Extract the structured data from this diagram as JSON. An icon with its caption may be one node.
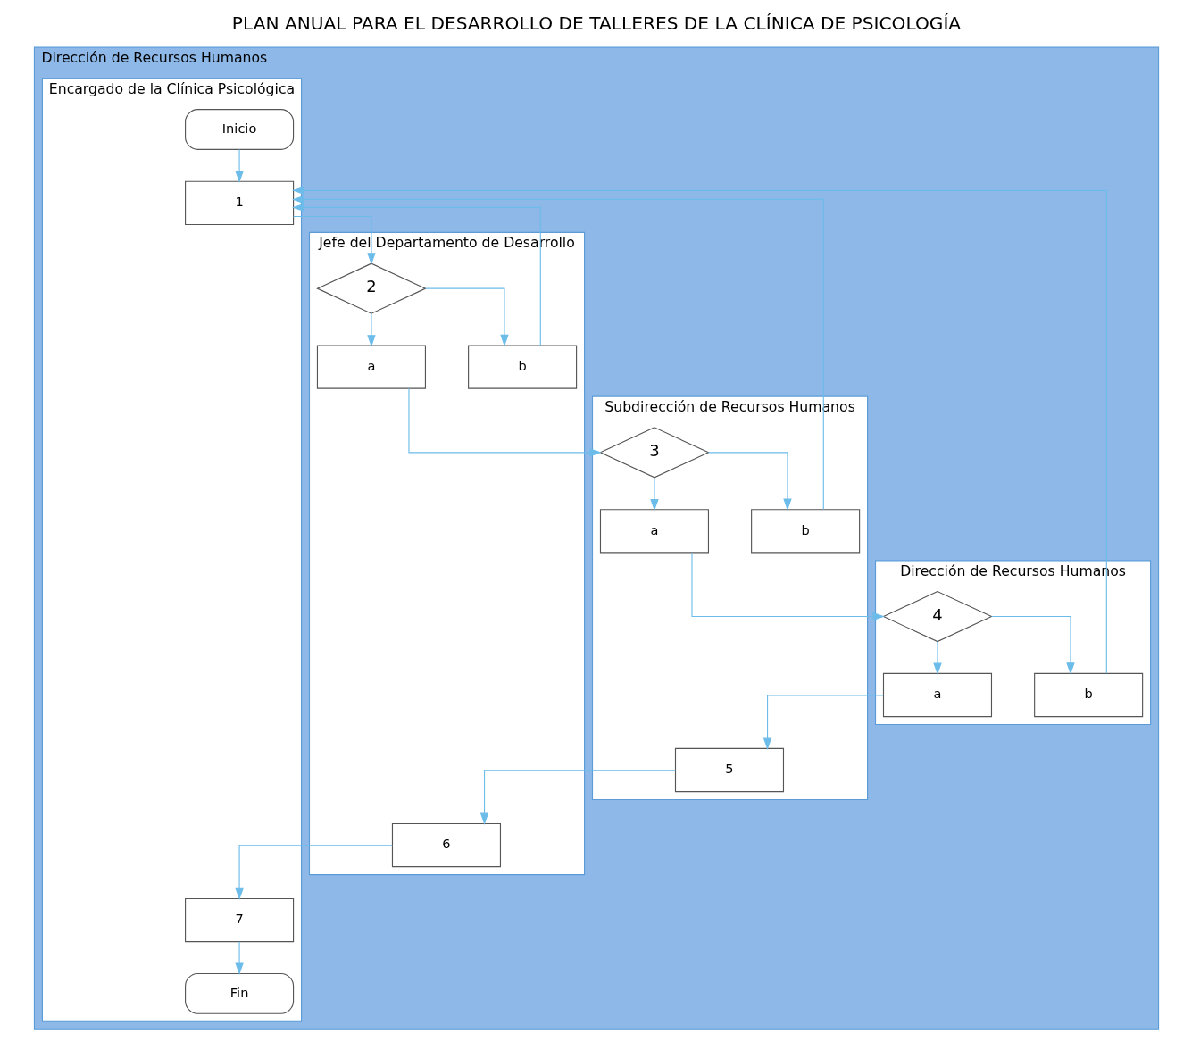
{
  "diagram": {
    "title": "PLAN ANUAL PARA EL DESARROLLO DE TALLERES DE LA CLÍNICA DE PSICOLOGÍA",
    "nodes": [
      {
        "text": [
          "Dirección de Recursos Humanos"
        ]
      },
      {
        "text": [
          "Encargado de la Clínica Psicológica"
        ],
        "in": 0
      },
      {
        "text": [
          "Jefe del Departamento de Desarrollo"
        ],
        "in": 0
      },
      {
        "text": [
          "Subdirección de Recursos Humanos"
        ],
        "in": 0
      },
      {
        "text": [
          "Dirección de Recursos Humanos"
        ],
        "in": 0
      },
      {
        "text": [
          "Inicio"
        ],
        "in": 1
      },
      {
        "text": [
          "1"
        ],
        "in": 1
      },
      {
        "text": [
          "2"
        ],
        "in": 2
      },
      {
        "text": [
          "a"
        ],
        "in": 2
      },
      {
        "text": [
          "b"
        ],
        "in": 2
      },
      {
        "text": [
          "3"
        ],
        "in": 3
      },
      {
        "text": [
          "a"
        ],
        "in": 3
      },
      {
        "text": [
          "b"
        ],
        "in": 3
      },
      {
        "text": [
          "4"
        ],
        "in": 4
      },
      {
        "text": [
          "a"
        ],
        "in": 4
      },
      {
        "text": [
          "b"
        ],
        "in": 4
      },
      {
        "text": [
          "5"
        ],
        "in": 3
      },
      {
        "text": [
          "6"
        ],
        "in": 2
      },
      {
        "text": [
          "7"
        ],
        "in": 1
      },
      {
        "text": [
          "Fin"
        ],
        "in": 1
      }
    ],
    "edges": [
      {
        "from": 5,
        "to": 6,
        "arrow": "to"
      },
      {
        "from": 6,
        "to": 7,
        "arrow": "to"
      },
      {
        "from": 7,
        "to": 8,
        "arrow": "to"
      },
      {
        "from": 7,
        "to": 9,
        "arrow": "to"
      },
      {
        "from": 8,
        "to": 10,
        "arrow": "to"
      },
      {
        "from": 9,
        "to": 6,
        "arrow": "to"
      },
      {
        "from": 10,
        "to": 11,
        "arrow": "to"
      },
      {
        "from": 10,
        "to": 12,
        "arrow": "to"
      },
      {
        "from": 11,
        "to": 13,
        "arrow": "to"
      },
      {
        "from": 12,
        "to": 6,
        "arrow": "to"
      },
      {
        "from": 13,
        "to": 14,
        "arrow": "to"
      },
      {
        "from": 13,
        "to": 15,
        "arrow": "to"
      },
      {
        "from": 15,
        "to": 6,
        "arrow": "to"
      },
      {
        "from": 14,
        "to": 16,
        "arrow": "to"
      },
      {
        "from": 16,
        "to": 17,
        "arrow": "to"
      },
      {
        "from": 17,
        "to": 18,
        "arrow": "to"
      },
      {
        "from": 18,
        "to": 19,
        "arrow": "to"
      }
    ]
  }
}
